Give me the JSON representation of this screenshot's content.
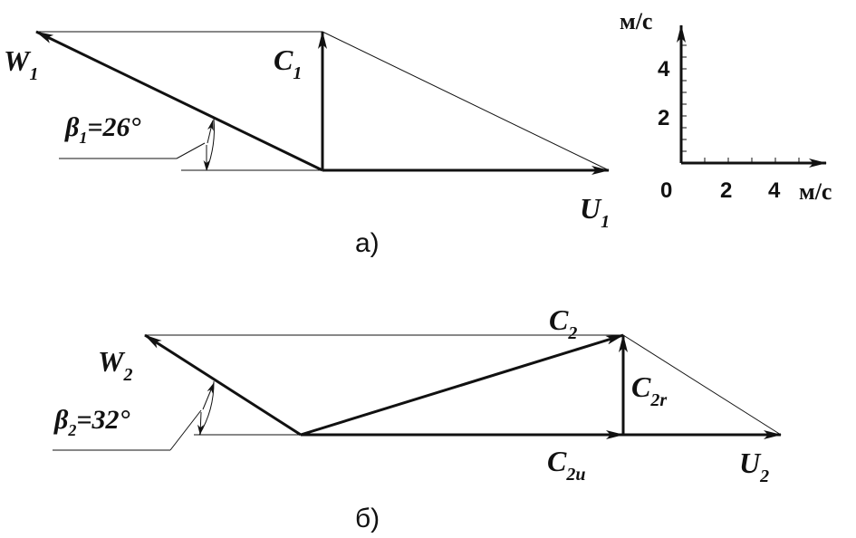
{
  "diagram_a": {
    "w_main": "W",
    "w_sub": "1",
    "c_main": "C",
    "c_sub": "1",
    "u_main": "U",
    "u_sub": "1",
    "beta_sym": "β",
    "beta_sub": "1",
    "beta_val": "=26°",
    "caption": "а)"
  },
  "diagram_b": {
    "w_main": "W",
    "w_sub": "2",
    "c_main": "C",
    "c_sub": "2",
    "cr_main": "C",
    "cr_sub": "2r",
    "cu_main": "C",
    "cu_sub": "2u",
    "u_main": "U",
    "u_sub": "2",
    "beta_sym": "β",
    "beta_sub": "2",
    "beta_val": "=32°",
    "caption": "б)"
  },
  "scale": {
    "y_unit": "м/с",
    "x_unit": "м/с",
    "y_ticks": [
      "4",
      "2"
    ],
    "origin": "0",
    "x_ticks": [
      "2",
      "4"
    ]
  }
}
